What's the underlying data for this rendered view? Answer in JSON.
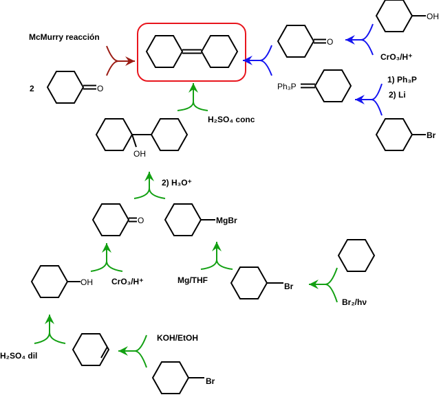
{
  "target": {
    "title_box_color": "#e8141c"
  },
  "colors": {
    "mcmurry": "#9b1c14",
    "wittig": "#1414f0",
    "grignard": "#12a012",
    "bond": "#000000"
  },
  "labels": {
    "mcmurry": "McMurry reacción",
    "two": "2",
    "oxygen_a": "O",
    "oxygen_b": "O",
    "oxygen_c": "O",
    "oh_a": "OH",
    "oh_b": "OH",
    "oh_c": "OH",
    "ph3p": "Ph₃P",
    "br_a": "Br",
    "br_b": "Br",
    "br_c": "Br",
    "mgbr": "MgBr",
    "h2so4_conc": "H₂SO₄ conc",
    "cro3_a": "CrO₃/H⁺",
    "cro3_b": "CrO₃/H⁺",
    "ph3p_step": "1) Ph₃P",
    "li_step": "2) Li",
    "h3o_step": "2) H₃O⁺",
    "mg_thf": "Mg/THF",
    "br2_hv": "Br₂/hν",
    "koh_etoh": "KOH/EtOH",
    "h2so4_dil": "H₂SO₄ dil"
  }
}
